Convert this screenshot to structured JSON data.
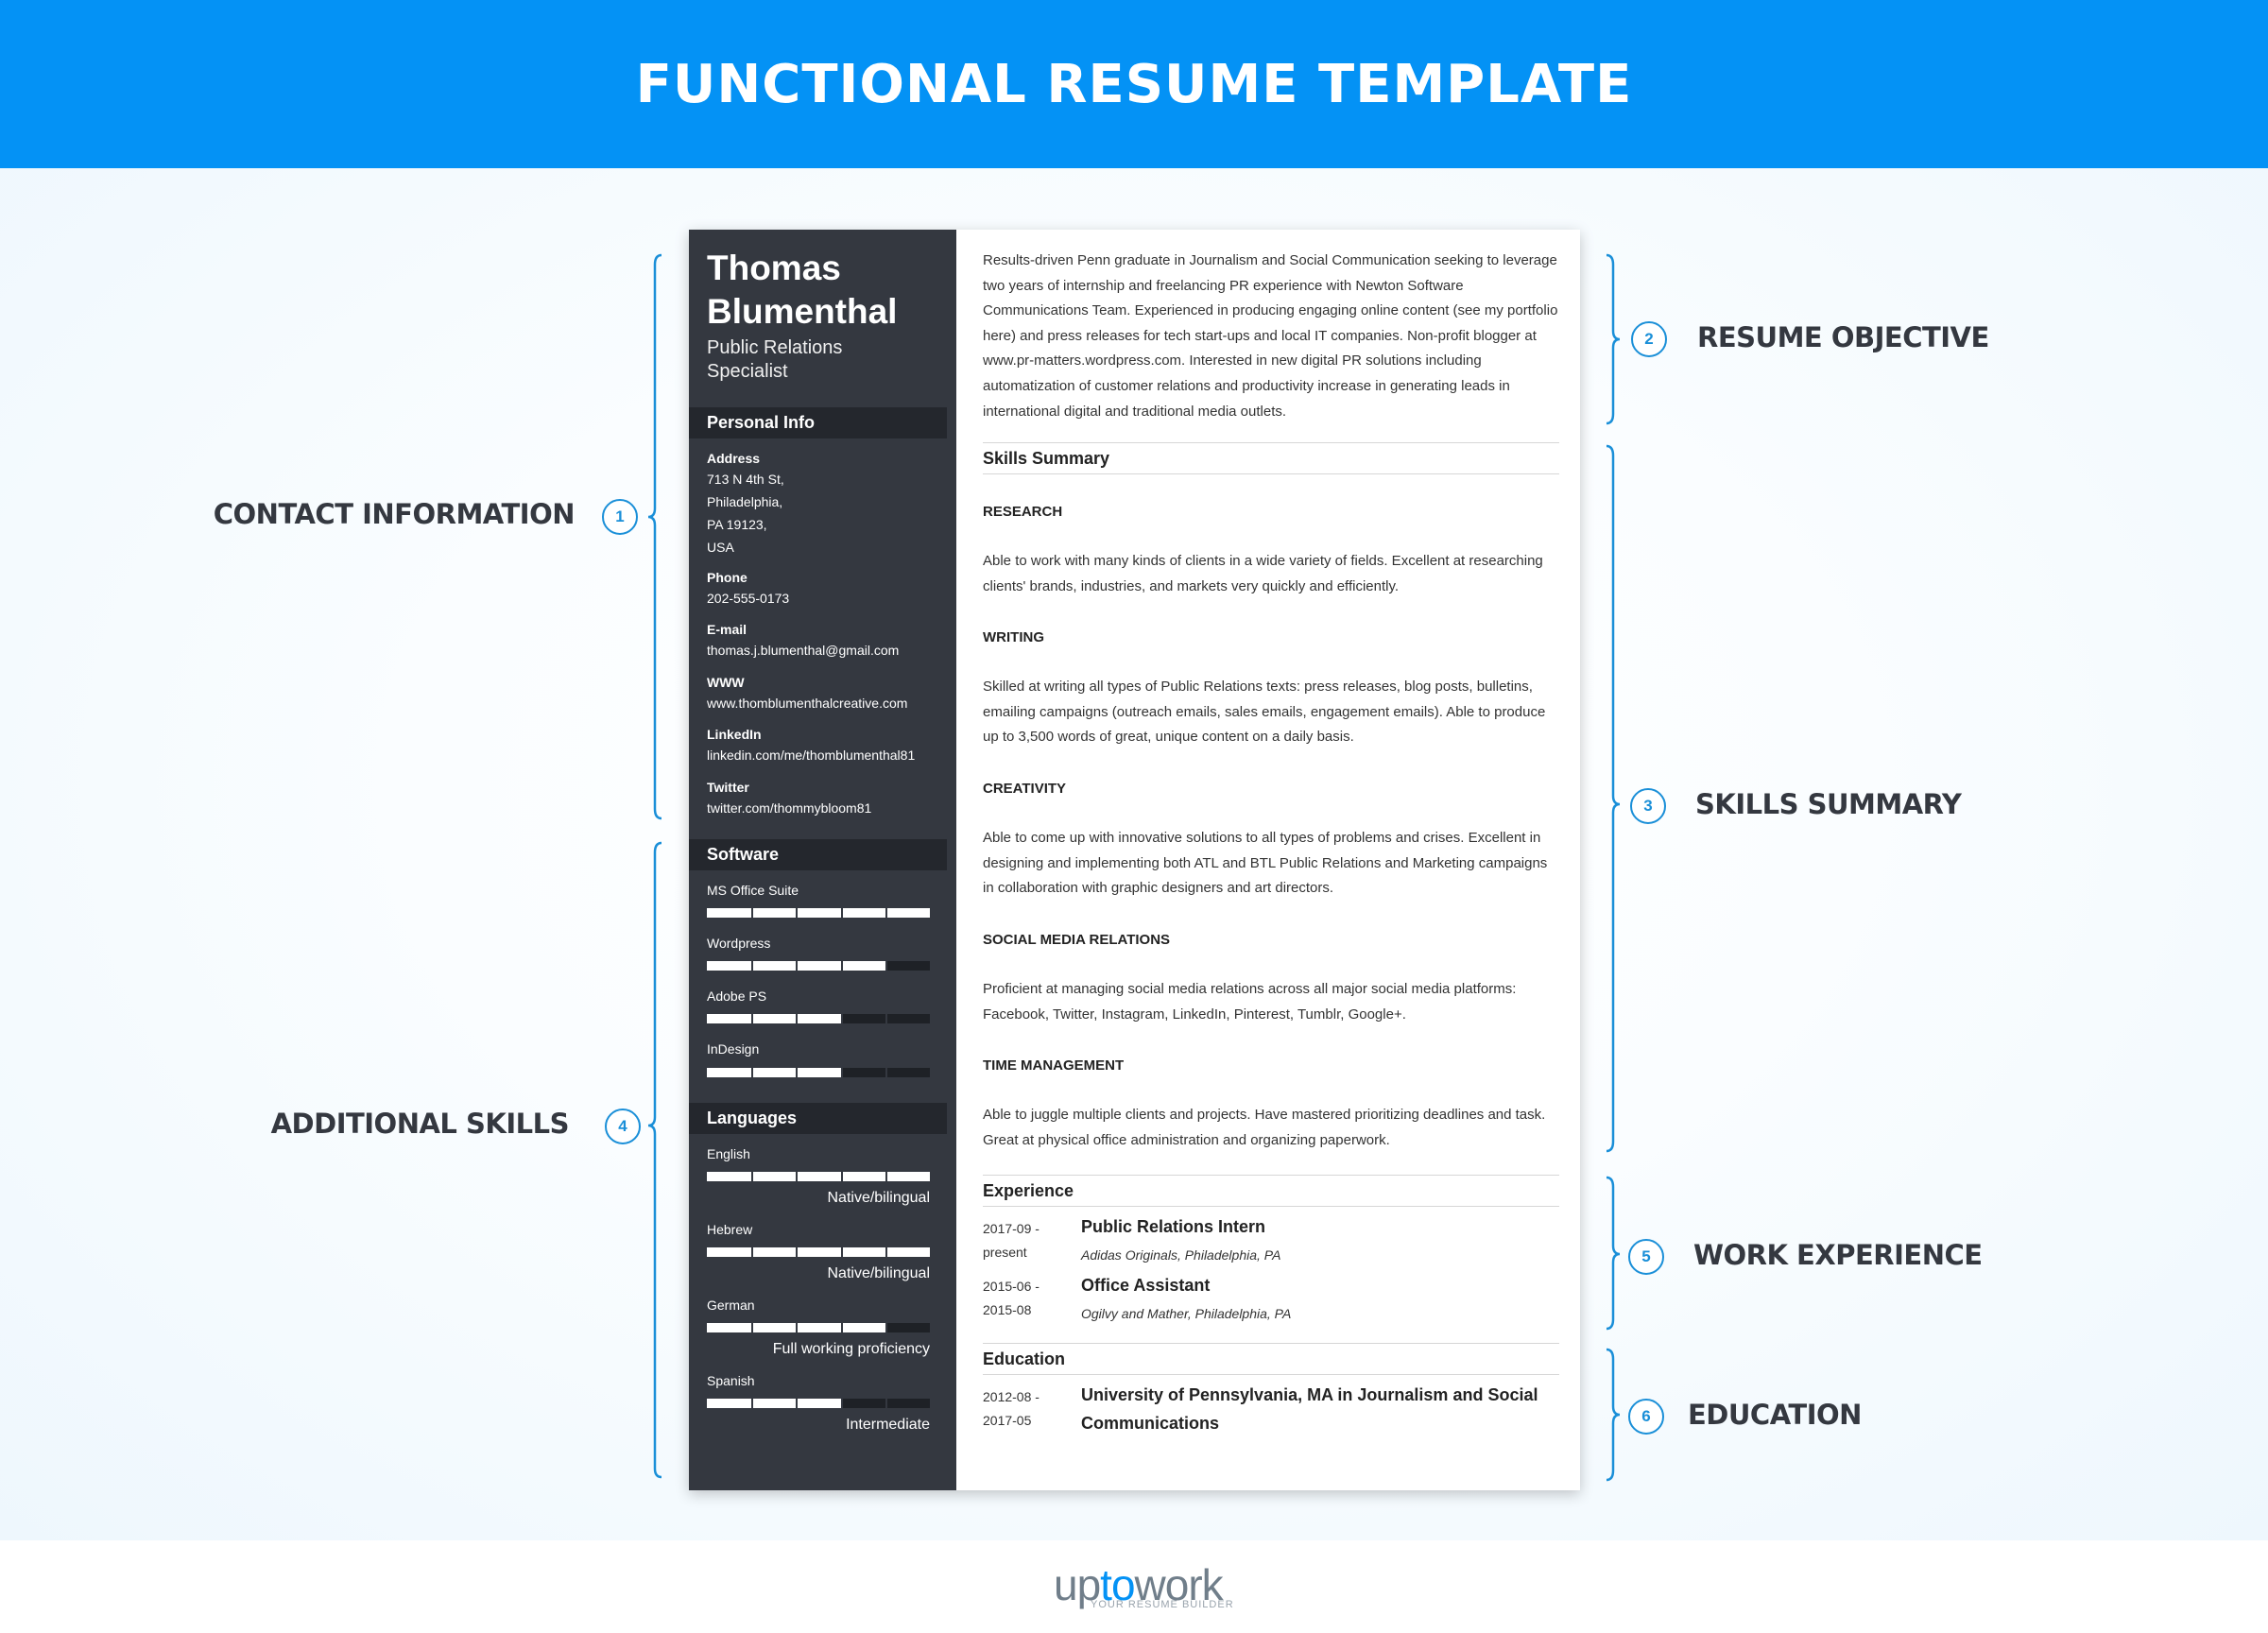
{
  "header": {
    "title": "FUNCTIONAL RESUME TEMPLATE"
  },
  "brand": {
    "logo_left": "up",
    "logo_mid": "to",
    "logo_right": "work",
    "tagline": "YOUR RESUME BUILDER"
  },
  "annotations": [
    {
      "number": "1",
      "label": "CONTACT INFORMATION"
    },
    {
      "number": "2",
      "label": "RESUME OBJECTIVE"
    },
    {
      "number": "3",
      "label": "SKILLS SUMMARY"
    },
    {
      "number": "4",
      "label": "ADDITIONAL SKILLS"
    },
    {
      "number": "5",
      "label": "WORK EXPERIENCE"
    },
    {
      "number": "6",
      "label": "EDUCATION"
    }
  ],
  "colors": {
    "accent": "#0492f5",
    "sidebar": "#343840",
    "annotation": "#1a8fd8"
  },
  "resume": {
    "name_line1": "Thomas",
    "name_line2": "Blumenthal",
    "job_title": "Public Relations\nSpecialist",
    "personal_info": {
      "heading": "Personal Info",
      "items": [
        {
          "label": "Address",
          "value": "713 N 4th St,\nPhiladelphia,\nPA 19123,\nUSA"
        },
        {
          "label": "Phone",
          "value": "202-555-0173"
        },
        {
          "label": "E-mail",
          "value": "thomas.j.blumenthal@gmail.com"
        },
        {
          "label": "WWW",
          "value": "www.thomblumenthalcreative.com"
        },
        {
          "label": "LinkedIn",
          "value": "linkedin.com/me/thomblumenthal81"
        },
        {
          "label": "Twitter",
          "value": "twitter.com/thommybloom81"
        }
      ]
    },
    "software": {
      "heading": "Software",
      "items": [
        {
          "name": "MS Office Suite",
          "level": 1.0
        },
        {
          "name": "Wordpress",
          "level": 0.8
        },
        {
          "name": "Adobe PS",
          "level": 0.6
        },
        {
          "name": "InDesign",
          "level": 0.6
        }
      ]
    },
    "languages": {
      "heading": "Languages",
      "items": [
        {
          "name": "English",
          "level": 1.0,
          "proficiency": "Native/bilingual"
        },
        {
          "name": "Hebrew",
          "level": 1.0,
          "proficiency": "Native/bilingual"
        },
        {
          "name": "German",
          "level": 0.8,
          "proficiency": "Full working proficiency"
        },
        {
          "name": "Spanish",
          "level": 0.6,
          "proficiency": "Intermediate"
        }
      ]
    },
    "objective": "Results-driven Penn graduate in Journalism and Social Communication seeking to leverage two years of internship and freelancing PR experience with Newton Software Communications Team. Experienced in producing engaging online content (see my portfolio here) and press releases for tech start-ups and local IT companies. Non-profit blogger at www.pr-matters.wordpress.com. Interested in new digital PR solutions including automatization of customer relations and productivity increase in generating leads in international digital and traditional media outlets.",
    "skills_summary": {
      "heading": "Skills Summary",
      "items": [
        {
          "title": "RESEARCH",
          "text": "Able to work with many kinds of clients in a wide variety of fields. Excellent at researching clients' brands, industries, and markets very quickly and efficiently."
        },
        {
          "title": "WRITING",
          "text": "Skilled at writing all types of Public Relations texts: press releases, blog posts, bulletins, emailing campaigns (outreach emails, sales emails, engagement emails). Able to produce up to 3,500 words of great, unique content on a daily basis."
        },
        {
          "title": "CREATIVITY",
          "text": "Able to come up with innovative solutions to all types of problems and crises. Excellent in designing and implementing both ATL and BTL Public Relations and Marketing campaigns in collaboration with graphic designers and art directors."
        },
        {
          "title": "SOCIAL MEDIA RELATIONS",
          "text": "Proficient at managing social media relations across all major social media platforms: Facebook, Twitter, Instagram, LinkedIn, Pinterest, Tumblr, Google+."
        },
        {
          "title": "TIME MANAGEMENT",
          "text": "Able to juggle multiple clients and projects. Have mastered prioritizing deadlines and task. Great at physical office administration and organizing paperwork."
        }
      ]
    },
    "experience": {
      "heading": "Experience",
      "items": [
        {
          "date": "2017-09 -\npresent",
          "role": "Public Relations Intern",
          "org": "Adidas Originals, Philadelphia, PA"
        },
        {
          "date": "2015-06 -\n2015-08",
          "role": "Office Assistant",
          "org": "Ogilvy and Mather, Philadelphia, PA"
        }
      ]
    },
    "education": {
      "heading": "Education",
      "items": [
        {
          "date": "2012-08 -\n2017-05",
          "role": "University of Pennsylvania, MA in Journalism and Social Communications"
        }
      ]
    }
  }
}
